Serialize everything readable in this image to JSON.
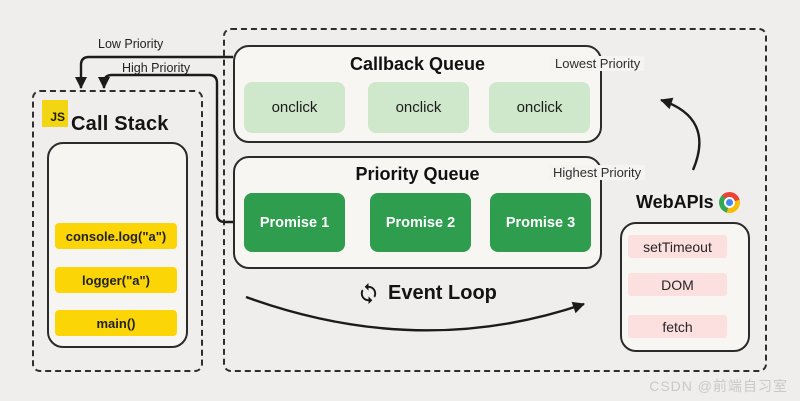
{
  "page": {
    "background_color": "#efeeec",
    "watermark": "CSDN @前端自习室"
  },
  "call_stack": {
    "badge": "JS",
    "badge_color": "#f2d513",
    "title": "Call Stack",
    "frames": [
      "console.log(\"a\")",
      "logger(\"a\")",
      "main()"
    ],
    "frame_color": "#fcd506"
  },
  "callback_queue": {
    "title": "Callback Queue",
    "priority_label": "Lowest Priority",
    "items": [
      "onclick",
      "onclick",
      "onclick"
    ],
    "item_color": "#cfe7ca"
  },
  "priority_queue": {
    "title": "Priority Queue",
    "priority_label": "Highest Priority",
    "items": [
      "Promise 1",
      "Promise 2",
      "Promise 3"
    ],
    "item_color": "#2e9e4e"
  },
  "webapis": {
    "title": "WebAPIs",
    "icon": "chrome-icon",
    "items": [
      "setTimeout",
      "DOM",
      "fetch"
    ],
    "item_color": "#fcdfdf"
  },
  "event_loop": {
    "label": "Event Loop",
    "icon": "sync-icon"
  },
  "arrows": {
    "low_priority_label": "Low Priority",
    "high_priority_label": "High Priority",
    "color": "#1b1b1b"
  }
}
